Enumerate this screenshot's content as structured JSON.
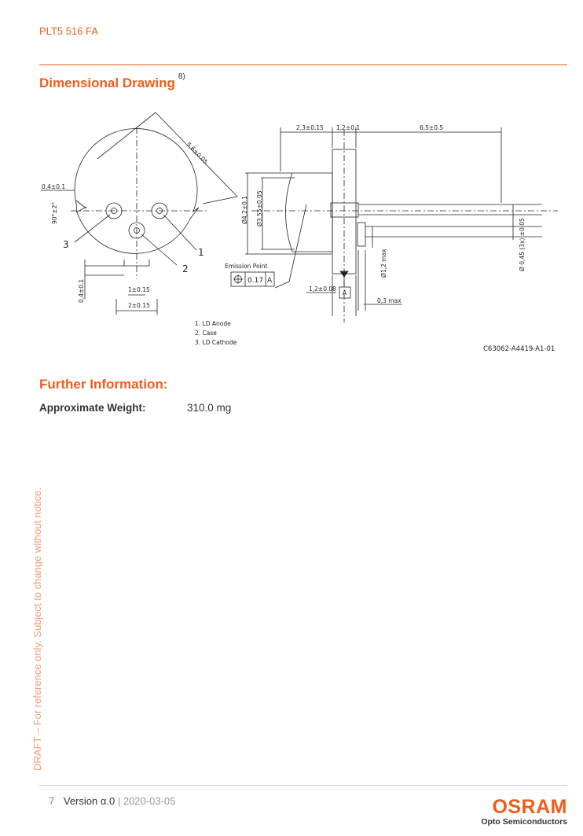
{
  "header": {
    "product": "PLT5 516 FA"
  },
  "dimensional_drawing": {
    "heading": "Dimensional Drawing",
    "footnote": "8)",
    "labels": {
      "diag_5_6": "5,6±0.05",
      "d_04_top": "0,4±0.1",
      "angle_90": "90°±2°",
      "pin3": "3",
      "pin1": "1",
      "pin2": "2",
      "d_1_015": "1±0.15",
      "d_04_left": "0,4±0.1",
      "d_2_015": "2±0.15",
      "d_23": "2,3±0.15",
      "d_12": "1,2±0.1",
      "d_65": "6,5±0.5",
      "d_phi42": "Ø4,2±0.1",
      "d_phi355": "Ø3,55±0.05",
      "emission_point": "Emission Point",
      "tolerance": "0.17",
      "datum_ref": "A",
      "d_12_008": "1,2±0.08",
      "datum_box": "A",
      "d_phi12max": "Ø1,2 max",
      "d_phi045": "Ø 0,45 (3x) ±0.05",
      "d_03max": "0,3 max"
    },
    "legend": [
      "1. LD Anode",
      "2. Case",
      "3. LD Cathode"
    ],
    "drawing_code": "C63062-A4419-A1-01"
  },
  "further_information": {
    "heading": "Further Information:",
    "weight_label": "Approximate Weight:",
    "weight_value": "310.0 mg"
  },
  "draft_note": "DRAFT – For reference only. Subject to change without notice.",
  "footer": {
    "page_number": "7",
    "version": "Version α.0",
    "separator": "|",
    "date": "2020-03-05"
  },
  "logo": {
    "brand": "OSRAM",
    "tagline": "Opto Semiconductors"
  },
  "colors": {
    "accent": "#f25c19",
    "draft_text": "#f39b78",
    "body_text": "#333333"
  }
}
